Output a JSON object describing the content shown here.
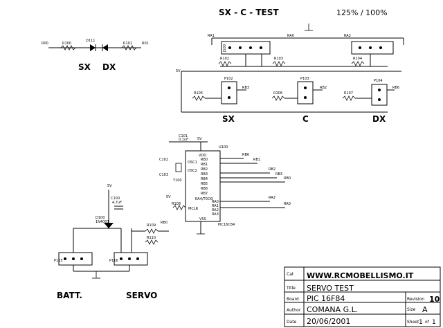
{
  "header": {
    "title": "SX - C - TEST",
    "scale": "125% / 100%"
  },
  "left_section": {
    "label_sx": "SX",
    "label_dx": "DX",
    "r100": "R100",
    "r101": "R101",
    "r00": "R00",
    "r01": "R01",
    "d111": "D111"
  },
  "top_network": {
    "ra1": "RA1",
    "ra0": "RA0",
    "ra2": "RA2",
    "j100": "J100",
    "r103": "R103",
    "r104": "R104",
    "r102": "R102",
    "v_label": "5V"
  },
  "connectors": {
    "sx": "SX",
    "c": "C",
    "dx": "DX",
    "p102": "P102",
    "p103": "P103",
    "p104": "P104",
    "r105": "R105",
    "r106": "R106",
    "r107": "R107",
    "rb3": "RB3",
    "rb2": "RB2",
    "rb6": "RB6"
  },
  "mcu": {
    "chip": "PIC16C84",
    "designator": "U100",
    "vdd": "VDD",
    "vss": "VSS",
    "osc1": "OSC1",
    "osc2": "OSC2",
    "mclr": "MCLR",
    "c101": "C101",
    "c101_val": "0,1uF",
    "c102": "C102",
    "c103": "C103",
    "y100": "Y100",
    "r108": "R108",
    "v5": "5V",
    "pins_left": [
      "RB0",
      "RB1",
      "RB2",
      "RB3",
      "RB4",
      "RB5",
      "RB6",
      "RB7",
      "RA4/T0CKI"
    ],
    "pins_right": [
      "RA0",
      "RA1",
      "RA2",
      "RA3"
    ],
    "nets": [
      "RB6",
      "RB1",
      "RB2",
      "RB3",
      "RB0",
      "RA2",
      "RA0"
    ]
  },
  "power_section": {
    "v5": "5V",
    "c100": "C100",
    "c100_val": "4,7uF",
    "d100": "D100",
    "d100_val": "1N4001",
    "r109": "R109",
    "r110": "R110",
    "rb0": "RB0",
    "p115": "P115",
    "p116": "P116",
    "batt": "BATT.",
    "servo": "SERVO"
  },
  "title_block": {
    "web_label": "Cat",
    "website": "WWW.RCMOBELLISMO.IT",
    "title_label": "Title",
    "title": "SERVO TEST",
    "board_label": "Board",
    "board": "PIC 16F84",
    "revision_label": "Revision",
    "revision": "10",
    "author_label": "Author",
    "author": "COMANA G.L.",
    "size_label": "Size",
    "size": "A",
    "date_label": "Date",
    "date": "20/06/2001",
    "sheet_label": "Sheet",
    "sheet": "1",
    "of_label": "of",
    "sheet_total": "1"
  }
}
